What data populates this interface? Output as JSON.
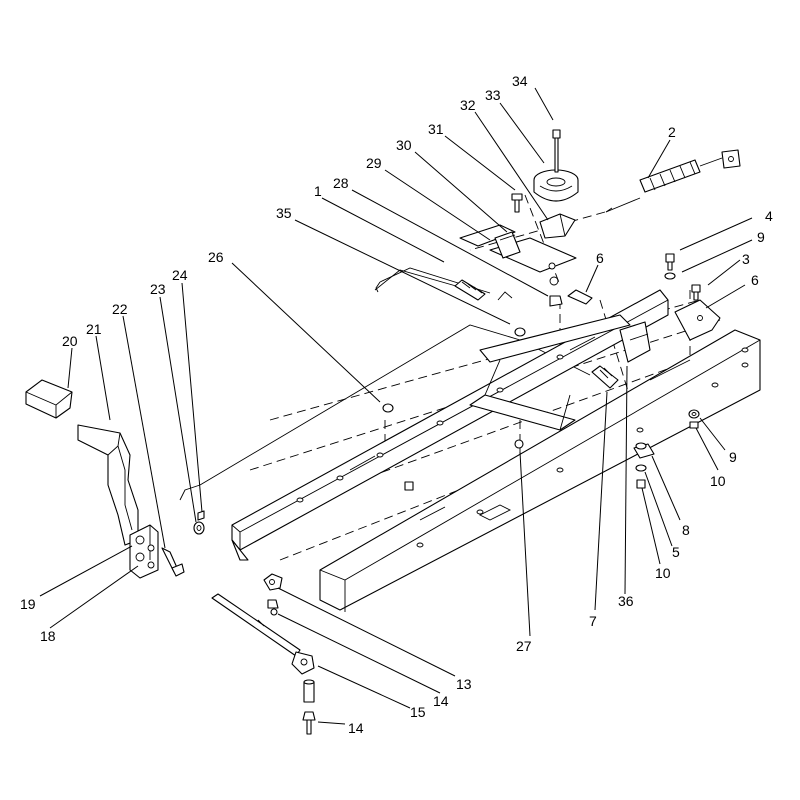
{
  "callouts": [
    {
      "id": "c34",
      "label": "34"
    },
    {
      "id": "c33",
      "label": "33"
    },
    {
      "id": "c32",
      "label": "32"
    },
    {
      "id": "c31",
      "label": "31"
    },
    {
      "id": "c2",
      "label": "2"
    },
    {
      "id": "c30",
      "label": "30"
    },
    {
      "id": "c29",
      "label": "29"
    },
    {
      "id": "c28",
      "label": "28"
    },
    {
      "id": "c1",
      "label": "1"
    },
    {
      "id": "c35",
      "label": "35"
    },
    {
      "id": "c4",
      "label": "4"
    },
    {
      "id": "c9a",
      "label": "9"
    },
    {
      "id": "c3",
      "label": "3"
    },
    {
      "id": "c6a",
      "label": "6"
    },
    {
      "id": "c6b",
      "label": "6"
    },
    {
      "id": "c26",
      "label": "26"
    },
    {
      "id": "c24",
      "label": "24"
    },
    {
      "id": "c23",
      "label": "23"
    },
    {
      "id": "c22",
      "label": "22"
    },
    {
      "id": "c21",
      "label": "21"
    },
    {
      "id": "c20",
      "label": "20"
    },
    {
      "id": "c9b",
      "label": "9"
    },
    {
      "id": "c10a",
      "label": "10"
    },
    {
      "id": "c8",
      "label": "8"
    },
    {
      "id": "c5",
      "label": "5"
    },
    {
      "id": "c10b",
      "label": "10"
    },
    {
      "id": "c19",
      "label": "19"
    },
    {
      "id": "c18",
      "label": "18"
    },
    {
      "id": "c36",
      "label": "36"
    },
    {
      "id": "c7",
      "label": "7"
    },
    {
      "id": "c27",
      "label": "27"
    },
    {
      "id": "c13",
      "label": "13"
    },
    {
      "id": "c14a",
      "label": "14"
    },
    {
      "id": "c15",
      "label": "15"
    },
    {
      "id": "c14b",
      "label": "14"
    }
  ]
}
